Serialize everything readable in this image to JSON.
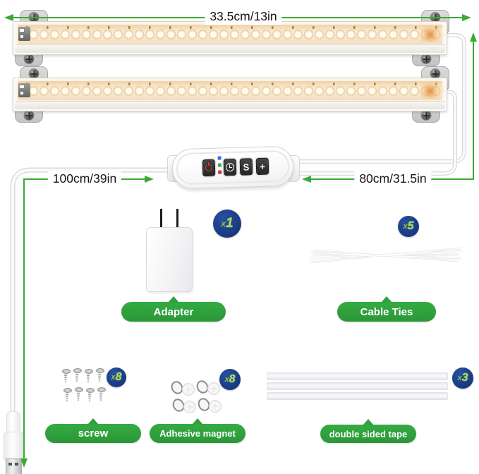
{
  "dimensions": {
    "bar_length": "33.5cm/13in",
    "left_cable": "100cm/39in",
    "right_cable": "80cm/31.5in"
  },
  "controller": {
    "button_s_label": "S",
    "button_plus_label": "+"
  },
  "accessories": {
    "adapter": {
      "label": "Adapter",
      "qty_prefix": "x",
      "qty_value": "1"
    },
    "cable_ties": {
      "label": "Cable Ties",
      "qty_prefix": "x",
      "qty_value": "5"
    },
    "screw": {
      "label": "screw",
      "qty_prefix": "x",
      "qty_value": "8"
    },
    "adhesive_magnet": {
      "label": "Adhesive magnet",
      "qty_prefix": "x",
      "qty_value": "8"
    },
    "double_sided_tape": {
      "label": "double sided tape",
      "qty_prefix": "x",
      "qty_value": "3"
    }
  },
  "colors": {
    "dimension_green": "#3aaa35",
    "label_pill_green": "#2fa23c",
    "badge_blue": "#1b3e8c",
    "badge_text_green": "#8dc63f",
    "led_warm_white": "#fbf0dd",
    "indicator_blue": "#3a6fd8",
    "indicator_green": "#3fae49",
    "indicator_red": "#cc3333",
    "power_icon_red": "#e23c30"
  }
}
